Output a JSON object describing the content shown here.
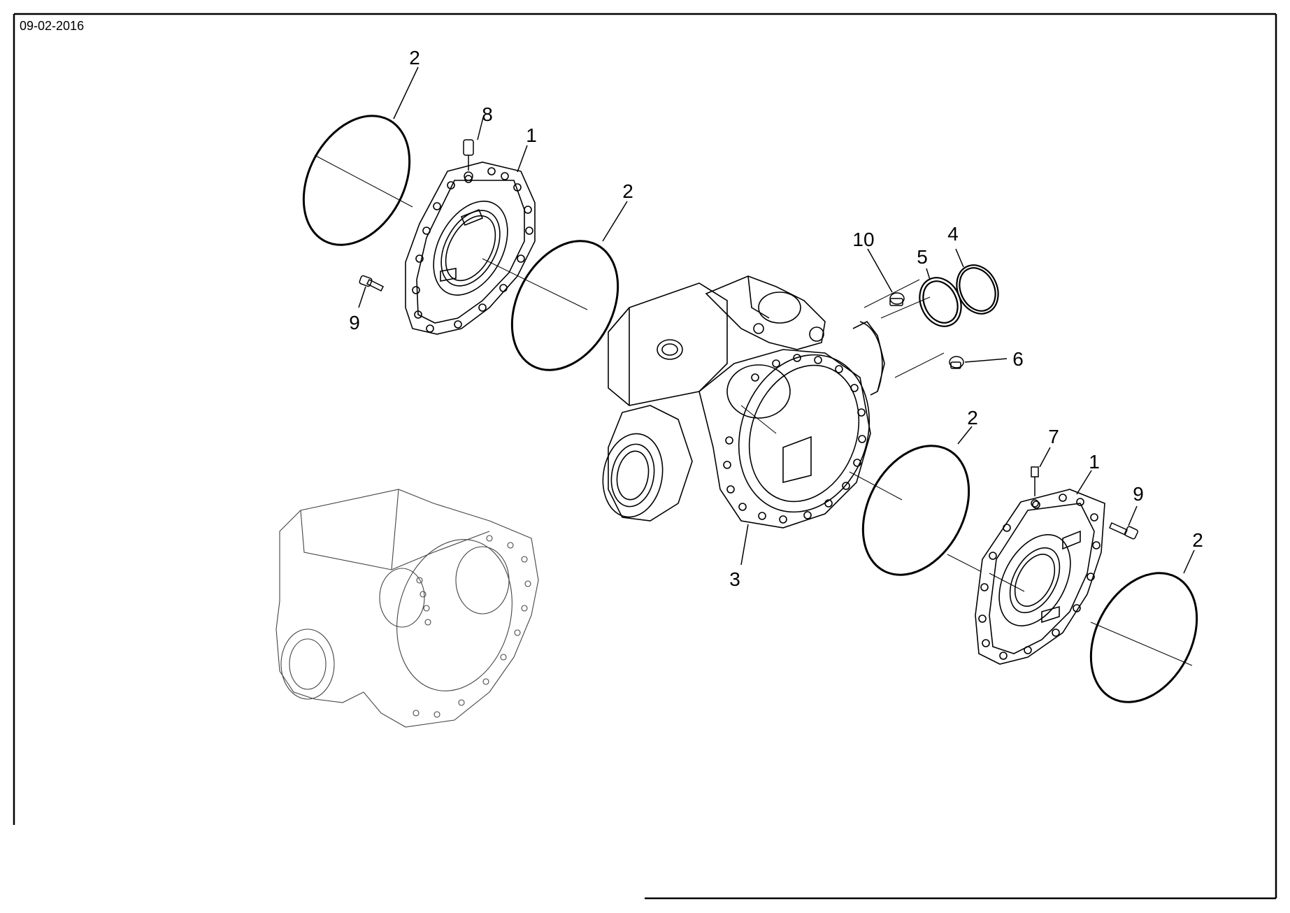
{
  "header": {
    "date": "09-02-2016"
  },
  "callouts": {
    "c2_top_left": "2",
    "c8": "8",
    "c1_top": "1",
    "c2_mid": "2",
    "c9_left": "9",
    "c10": "10",
    "c5": "5",
    "c4": "4",
    "c6": "6",
    "c2_right": "2",
    "c7": "7",
    "c1_right": "1",
    "c9_right": "9",
    "c2_far_right": "2",
    "c3": "3"
  },
  "colors": {
    "line": "#000000",
    "background": "#ffffff",
    "ghost": "#444444"
  }
}
